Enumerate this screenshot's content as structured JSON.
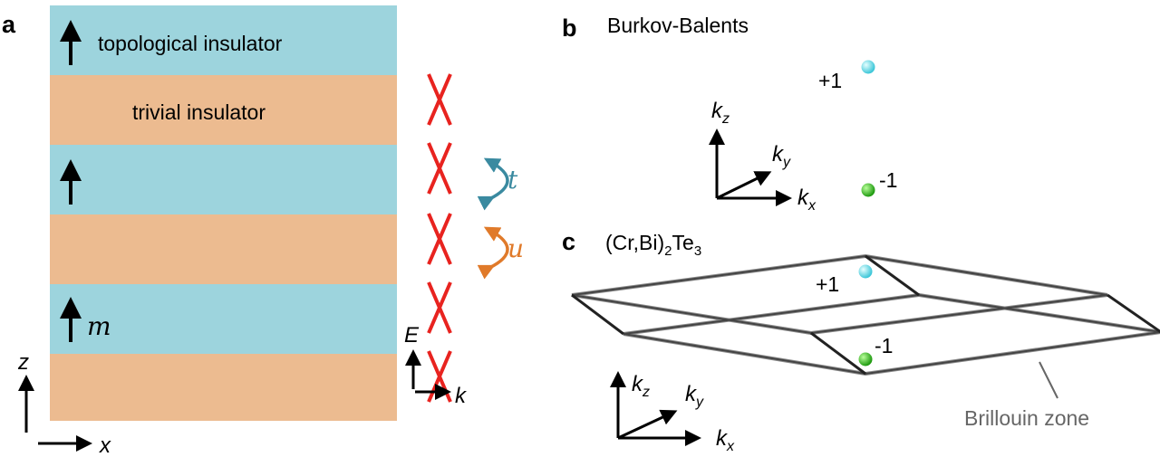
{
  "panel_a": {
    "label": "a",
    "layers": [
      {
        "type": "topological",
        "text": "topological insulator",
        "arrow": true
      },
      {
        "type": "trivial",
        "text": "trivial insulator"
      },
      {
        "type": "topological",
        "text": "",
        "arrow": true
      },
      {
        "type": "trivial",
        "text": ""
      },
      {
        "type": "topological",
        "text": "",
        "arrow": true
      },
      {
        "type": "trivial",
        "text": ""
      }
    ],
    "magnetization_label": "m",
    "axis_z": "z",
    "axis_x": "x",
    "hopping_t": "t",
    "hopping_u": "u",
    "axis_E": "E",
    "axis_k": "k",
    "colors": {
      "topological": "#9dd4dd",
      "trivial": "#ecbb90",
      "cone": "#e8231f",
      "t": "#3a8aa0",
      "u": "#e07a2a"
    }
  },
  "panel_b": {
    "label": "b",
    "title": "Burkov-Balents",
    "plus": "+1",
    "minus": "-1",
    "axes": {
      "kz": "k",
      "kz_sub": "z",
      "ky": "k",
      "ky_sub": "y",
      "kx": "k",
      "kx_sub": "x"
    }
  },
  "panel_c": {
    "label": "c",
    "title_main": "(Cr,Bi)",
    "title_sub1": "2",
    "title_mid": "Te",
    "title_sub2": "3",
    "plus": "+1",
    "minus": "-1",
    "bz_label": "Brillouin zone",
    "axes": {
      "kz": "k",
      "kz_sub": "z",
      "ky": "k",
      "ky_sub": "y",
      "kx": "k",
      "kx_sub": "x"
    }
  }
}
